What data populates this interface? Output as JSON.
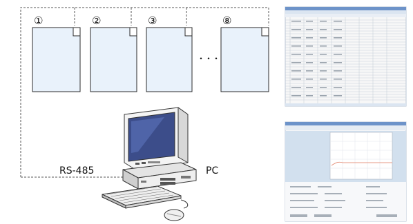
{
  "devices": {
    "labels": [
      "①",
      "②",
      "③",
      "⑧"
    ],
    "ellipsis": "・・・・"
  },
  "connection": {
    "bus_label": "RS-485",
    "host_label": "PC"
  },
  "screenshots": [
    {
      "type": "spreadsheet-window"
    },
    {
      "type": "graph-window"
    }
  ],
  "colors": {
    "device_fill": "#e9f2fb",
    "device_stroke": "#2b2b2b",
    "dash_line": "#555555",
    "monitor_screen": "#3c4d8a"
  }
}
